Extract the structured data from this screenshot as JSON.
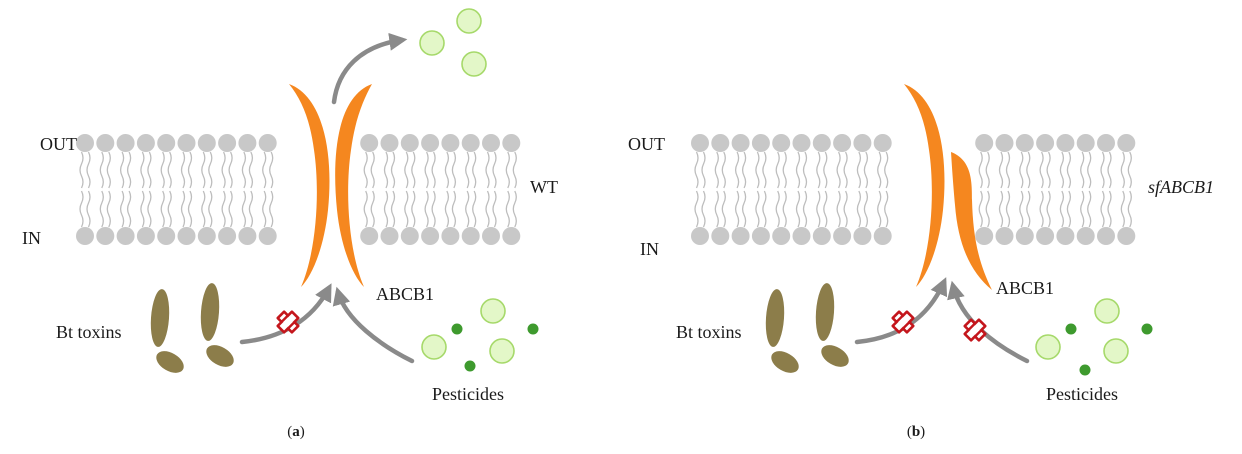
{
  "colors": {
    "lipid_head": "#c8c8c8",
    "lipid_tail": "#bdbdbd",
    "transporter": "#f5871f",
    "toxin": "#8c7d4a",
    "pesticide_large_fill": "#e3f7c8",
    "pesticide_large_stroke": "#a6d96a",
    "pesticide_small": "#3e9a2e",
    "arrow": "#8a8a8a",
    "block_mark": "#c4161c"
  },
  "icons": {
    "block": "cross-icon",
    "flow": "arrow-icon"
  },
  "panels": [
    {
      "side_out": "OUT",
      "side_in": "IN",
      "genotype": "WT",
      "genotype_italic": false,
      "transporter": "ABCB1",
      "toxins": "Bt toxins",
      "pesticides": "Pesticides",
      "caption_open": "(",
      "caption_letter": "a",
      "caption_close": ")",
      "transporter_intact": true,
      "pesticide_efflux": true,
      "toxin_entry_blocked": true,
      "pesticide_entry_blocked": false
    },
    {
      "side_out": "OUT",
      "side_in": "IN",
      "genotype": "sfABCB1",
      "genotype_italic": true,
      "transporter": "ABCB1",
      "toxins": "Bt toxins",
      "pesticides": "Pesticides",
      "caption_open": "(",
      "caption_letter": "b",
      "caption_close": ")",
      "transporter_intact": false,
      "pesticide_efflux": false,
      "toxin_entry_blocked": true,
      "pesticide_entry_blocked": true
    }
  ]
}
